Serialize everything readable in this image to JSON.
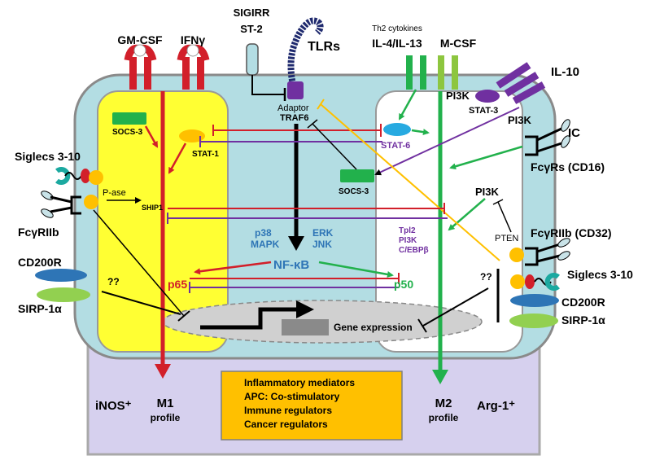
{
  "receptors": {
    "gmcsf": "GM-CSF",
    "ifng": "IFNγ",
    "sigirr": "SIGIRR",
    "st2": "ST-2",
    "tlrs": "TLRs",
    "th2_cytokines": "Th2 cytokines",
    "il4_il13": "IL-4/IL-13",
    "mcsf": "M-CSF",
    "il10": "IL-10",
    "ic": "IC",
    "fcgrs": "FcγRs (CD16)",
    "fcgriib_right": "FcγRIIb (CD32)",
    "siglecs_right": "Siglecs 3-10",
    "cd200r_right": "CD200R",
    "sirp_right": "SIRP-1α",
    "siglecs_left": "Siglecs 3-10",
    "fcgriib_left": "FcγRIIb",
    "cd200r_left": "CD200R",
    "sirp_left": "SIRP-1α"
  },
  "nodes": {
    "socs3_left": "SOCS-3",
    "stat1": "STAT-1",
    "pase": "P-ase",
    "ship1": "SHIP1",
    "adaptor": "Adaptor",
    "traf6": "TRAF6",
    "pi3k_top": "PI3K",
    "stat3": "STAT-3",
    "pi3k_right": "PI3K",
    "stat6": "STAT-6",
    "socs3_mid": "SOCS-3",
    "pi3k_mid": "PI3K",
    "pten": "PTEN",
    "p38": "p38",
    "mapk": "MAPK",
    "erk": "ERK",
    "jnk": "JNK",
    "tpl2": "Tpl2",
    "pi3k_small": "PI3K",
    "cebpb": "C/EBPβ",
    "nfkb": "NF-κB",
    "p65": "p65",
    "p50": "p50",
    "qq_left": "??",
    "qq_right": "??",
    "gene_expression": "Gene expression"
  },
  "outputs": {
    "inos": "iNOS⁺",
    "m1": "M1",
    "m1_profile": "profile",
    "m2": "M2",
    "m2_profile": "profile",
    "arg1": "Arg-1⁺",
    "box_lines": [
      "Inflammatory mediators",
      "APC: Co-stimulatory",
      "Immune regulators",
      "Cancer regulators"
    ]
  },
  "colors": {
    "cell": "#b3dde3",
    "m1_zone": "#ffff33",
    "m2_zone": "#ffffff",
    "lower": "#d6d0ee",
    "box": "#ffc000",
    "red": "#d21f2a",
    "green": "#22b14c",
    "purple": "#7030a0",
    "orange": "#ffc000",
    "blue": "#2e75b6",
    "black": "#000000"
  }
}
